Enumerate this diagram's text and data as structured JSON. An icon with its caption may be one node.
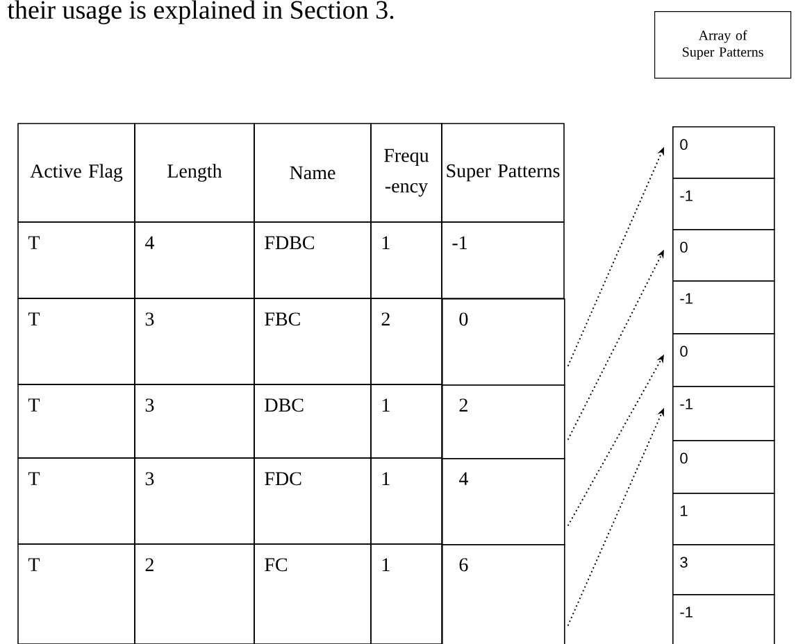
{
  "diagram": {
    "nodes": [
      {
        "text": [
          "Array of Super Patterns"
        ]
      },
      {
        "text": [
          "0"
        ]
      },
      {
        "text": [
          "2"
        ]
      },
      {
        "text": [
          "4"
        ]
      },
      {
        "text": [
          "6"
        ]
      },
      {
        "text": [
          "0"
        ]
      },
      {
        "text": [
          "-1"
        ]
      },
      {
        "text": [
          "0"
        ]
      },
      {
        "text": [
          "-1"
        ]
      },
      {
        "text": [
          "0"
        ]
      },
      {
        "text": [
          "-1"
        ]
      },
      {
        "text": [
          "0"
        ]
      },
      {
        "text": [
          "1"
        ]
      },
      {
        "text": [
          "3"
        ]
      },
      {
        "text": [
          "-1"
        ]
      }
    ],
    "edges": [
      {
        "from": 1,
        "to": 5,
        "arrow": "to"
      },
      {
        "from": 2,
        "to": 7,
        "arrow": "to"
      },
      {
        "from": 3,
        "to": 9,
        "arrow": "to"
      },
      {
        "from": 4,
        "to": 10,
        "arrow": "to"
      }
    ],
    "labels": [
      "their usage is explained in Section 3.",
      "Active Flag",
      "Length",
      "Name",
      "Frequ -ency",
      "Super Patterns",
      "T",
      "4",
      "FDBC",
      "1",
      "-1",
      "T",
      "3",
      "FBC",
      "2",
      "T",
      "3",
      "DBC",
      "1",
      "T",
      "3",
      "FDC",
      "1",
      "T",
      "2",
      "FC",
      "1"
    ]
  }
}
